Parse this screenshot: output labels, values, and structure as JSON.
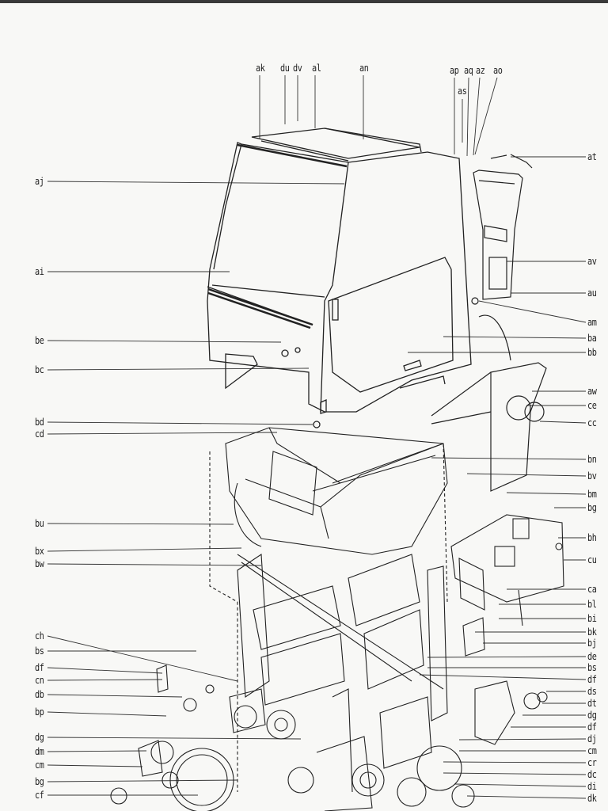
{
  "diagram": {
    "labels": {
      "top": [
        "ak",
        "du",
        "dv",
        "al",
        "an",
        "ap",
        "aq",
        "az",
        "ao",
        "as"
      ],
      "left": [
        "aj",
        "ai",
        "be",
        "bc",
        "bd",
        "cd",
        "bu",
        "bx",
        "bw",
        "ch",
        "bs",
        "df",
        "cn",
        "db",
        "bp",
        "dg",
        "dm",
        "cm",
        "bg",
        "cf"
      ],
      "right": [
        "at",
        "av",
        "au",
        "am",
        "ba",
        "bb",
        "aw",
        "ce",
        "cc",
        "bn",
        "bv",
        "bm",
        "bg",
        "bh",
        "cu",
        "ca",
        "bl",
        "bi",
        "bk",
        "bj",
        "de",
        "bs",
        "df",
        "ds",
        "dt",
        "dg",
        "df",
        "dj",
        "cm",
        "cr",
        "dc",
        "di",
        "dk"
      ]
    }
  },
  "colors": {
    "ink": "#222222",
    "paper": "#f8f8f6"
  }
}
